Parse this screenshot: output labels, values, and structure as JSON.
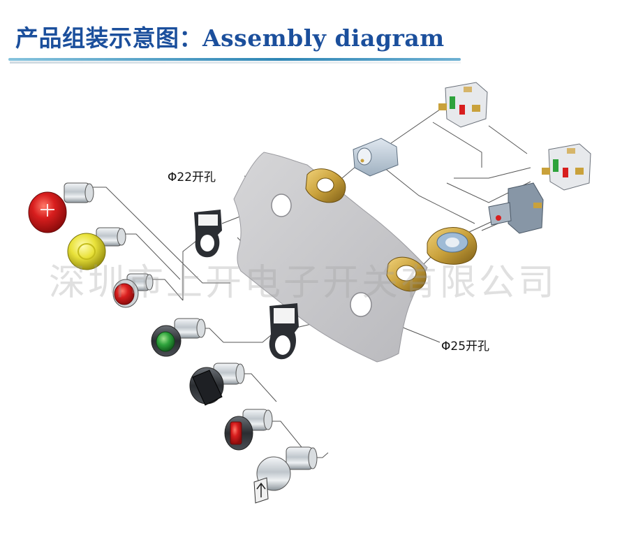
{
  "header": {
    "title": "产品组装示意图：Assembly diagram"
  },
  "diagram": {
    "labels": {
      "hole_22": "Φ22开孔",
      "hole_25": "Φ25开孔"
    },
    "watermark": "深圳市上开电子开关有限公司",
    "colors": {
      "title": "#1b4f9c",
      "panel": "#c9c9cc",
      "red": "#d81e1e",
      "yellow": "#e9e23a",
      "green": "#2ea33c",
      "gold": "#c9a13b"
    },
    "components": [
      {
        "name": "emergency-stop-mushroom-head",
        "color": "red"
      },
      {
        "name": "mushroom-pushbutton",
        "color": "yellow"
      },
      {
        "name": "extended-pushbutton",
        "color": "red"
      },
      {
        "name": "flush-pushbutton",
        "color": "green"
      },
      {
        "name": "selector-switch",
        "color": "black"
      },
      {
        "name": "illuminated-selector",
        "color": "red"
      },
      {
        "name": "key-switch",
        "color": "silver"
      },
      {
        "name": "legend-plate-small"
      },
      {
        "name": "legend-plate-large"
      },
      {
        "name": "panel"
      },
      {
        "name": "fixing-ring-22"
      },
      {
        "name": "fixing-ring-25"
      },
      {
        "name": "mounting-adapter"
      },
      {
        "name": "fixing-collar"
      },
      {
        "name": "light-block"
      },
      {
        "name": "contact-block-top"
      },
      {
        "name": "contact-block-right"
      }
    ]
  }
}
